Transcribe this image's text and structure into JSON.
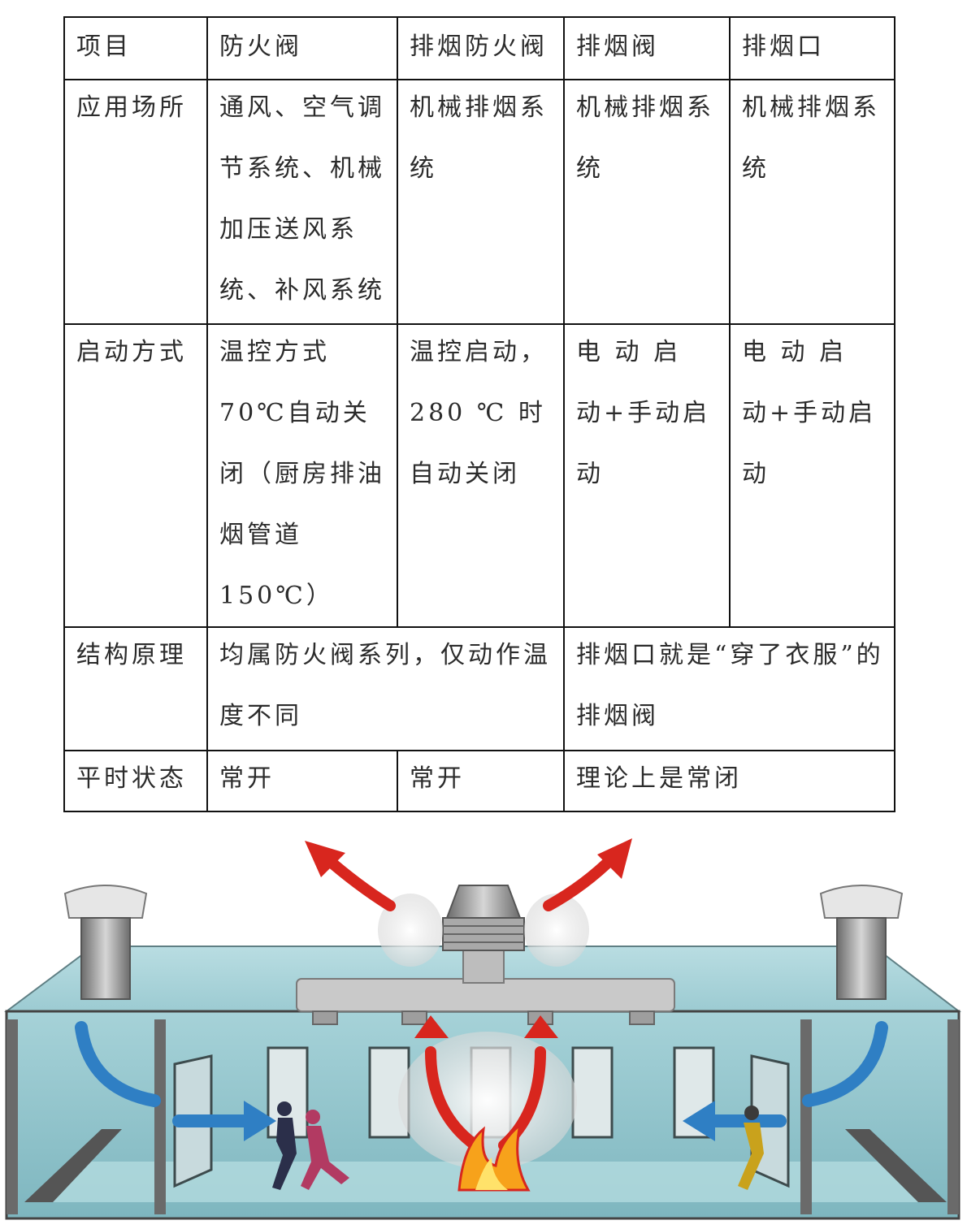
{
  "table": {
    "header": [
      "项目",
      "防火阀",
      "排烟防火阀",
      "排烟阀",
      "排烟口"
    ],
    "rows": [
      {
        "label": "应用场所",
        "cells": [
          "通风、空气调节系统、机械加压送风系统、补风系统",
          "机械排烟系统",
          "机械排烟系统",
          "机械排烟系统"
        ]
      },
      {
        "label": "启动方式",
        "cells": [
          "温控方式70℃自动关闭（厨房排油烟管道150℃）",
          "温控启动，280 ℃ 时自动关闭",
          "电 动 启 动+手动启动",
          "电 动 启 动+手动启动"
        ]
      },
      {
        "label": "结构原理",
        "merged": [
          "均属防火阀系列，仅动作温度不同",
          "排烟口就是“穿了衣服”的排烟阀"
        ]
      },
      {
        "label": "平时状态",
        "cells": [
          "常开",
          "常开",
          "理论上是常闭"
        ]
      }
    ]
  },
  "illustration": {
    "colors": {
      "building": "#8fc4cc",
      "roof": "#a8d4da",
      "walls": "#5a5a5a",
      "arrow_red": "#d8261e",
      "arrow_blue": "#2f7fc4",
      "duct": "#c9c9c9",
      "fire": "#f7a21b"
    },
    "icons": [
      "roof-fan-left-icon",
      "roof-fan-right-icon",
      "smoke-exhaust-fan-icon",
      "fire-icon",
      "running-people-icon"
    ]
  }
}
